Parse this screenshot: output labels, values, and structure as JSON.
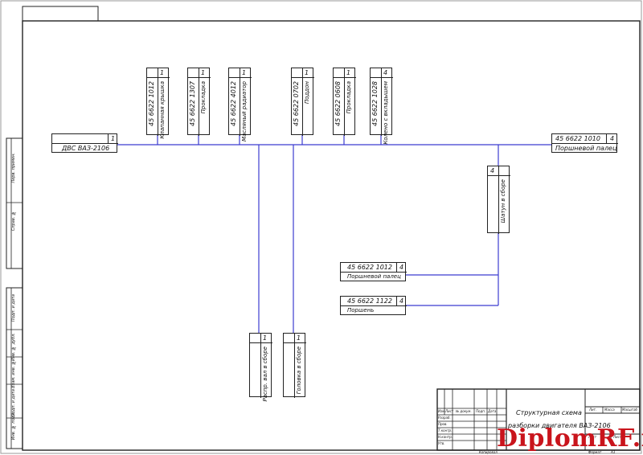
{
  "top_left_stamp": "",
  "main_node": {
    "code": "",
    "qty": "1",
    "name": "ДВС ВАЗ-2106"
  },
  "right_node": {
    "code": "45 6622 1010",
    "qty": "4",
    "name": "Поршневой палец"
  },
  "top_nodes": [
    {
      "code": "45 6622 1012",
      "qty": "1",
      "name": "Клапанная крышка"
    },
    {
      "code": "45 6622 1307",
      "qty": "1",
      "name": "Прокладка"
    },
    {
      "code": "45 6622 4012",
      "qty": "1",
      "name": "Масляный радиатор"
    },
    {
      "code": "45 6622 0702",
      "qty": "1",
      "name": "Поддон"
    },
    {
      "code": "45 6622 0608",
      "qty": "1",
      "name": "Прокладка"
    },
    {
      "code": "45 6622 1028",
      "qty": "4",
      "name": "Колено с вкладышем"
    }
  ],
  "shatun_node": {
    "qty": "4",
    "name": "Шатун в сборе"
  },
  "ring_node": {
    "code": "45 6622 1012",
    "qty": "4",
    "name": "Поршневой палец"
  },
  "piston_node": {
    "code": "45 6622 1122",
    "qty": "4",
    "name": "Поршень"
  },
  "bottom_nodes": [
    {
      "qty": "1",
      "name": "Распр. вал в сборе"
    },
    {
      "qty": "1",
      "name": "Головка в сборе"
    }
  ],
  "side_stamp": [
    "Инв. № подл.",
    "Подп. и дата",
    "Взам. инв. №",
    "Инв. № дубл.",
    "Подп. и дата",
    "Справ. №",
    "Перв. примен."
  ],
  "title_block": {
    "title_line1": "Структурная схема",
    "title_line2": "разборки двигателя ВАЗ-2106",
    "format_label": "Формат",
    "format_value": "А3",
    "sheet_label": "Лист",
    "sheets_label": "Листов",
    "mass_label": "Масса",
    "scale_label": "Масштаб",
    "lit_label": "Лит.",
    "col_labels": [
      "Изм",
      "Лист",
      "№ докум.",
      "Подп.",
      "Дата"
    ],
    "rows": [
      "Разраб.",
      "Пров.",
      "Т.контр.",
      "",
      "Н.контр.",
      "Утв."
    ],
    "copied_label": "Копировал"
  },
  "watermark": {
    "part1": "Diplom",
    "part2": "RF.ru"
  },
  "colors": {
    "line": "#3c3cd0",
    "frame": "#222222",
    "watermark": "#c9141c"
  }
}
